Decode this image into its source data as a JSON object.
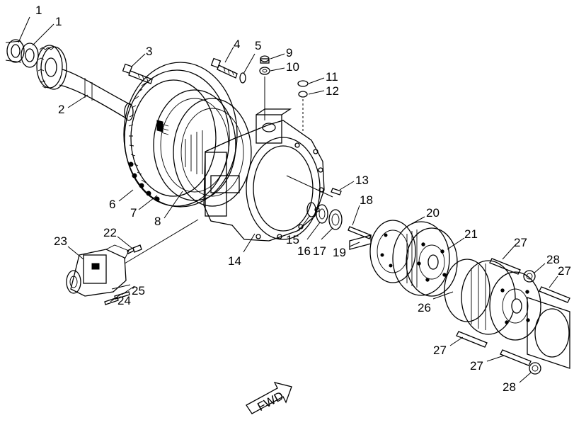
{
  "callouts": [
    {
      "id": "c1a",
      "text": "1"
    },
    {
      "id": "c1b",
      "text": "1"
    },
    {
      "id": "c2",
      "text": "2"
    },
    {
      "id": "c3",
      "text": "3"
    },
    {
      "id": "c4",
      "text": "4"
    },
    {
      "id": "c5",
      "text": "5"
    },
    {
      "id": "c6",
      "text": "6"
    },
    {
      "id": "c7",
      "text": "7"
    },
    {
      "id": "c8",
      "text": "8"
    },
    {
      "id": "c9",
      "text": "9"
    },
    {
      "id": "c10",
      "text": "10"
    },
    {
      "id": "c11",
      "text": "11"
    },
    {
      "id": "c12",
      "text": "12"
    },
    {
      "id": "c13",
      "text": "13"
    },
    {
      "id": "c14",
      "text": "14"
    },
    {
      "id": "c15",
      "text": "15"
    },
    {
      "id": "c16",
      "text": "16"
    },
    {
      "id": "c17",
      "text": "17"
    },
    {
      "id": "c18",
      "text": "18"
    },
    {
      "id": "c19",
      "text": "19"
    },
    {
      "id": "c20",
      "text": "20"
    },
    {
      "id": "c21",
      "text": "21"
    },
    {
      "id": "c22",
      "text": "22"
    },
    {
      "id": "c23",
      "text": "23"
    },
    {
      "id": "c24",
      "text": "24"
    },
    {
      "id": "c25",
      "text": "25"
    },
    {
      "id": "c26",
      "text": "26"
    },
    {
      "id": "c27a",
      "text": "27"
    },
    {
      "id": "c27b",
      "text": "27"
    },
    {
      "id": "c27c",
      "text": "27"
    },
    {
      "id": "c27d",
      "text": "27"
    },
    {
      "id": "c28a",
      "text": "28"
    },
    {
      "id": "c28b",
      "text": "28"
    }
  ],
  "direction_arrow": {
    "label": "FWD"
  }
}
